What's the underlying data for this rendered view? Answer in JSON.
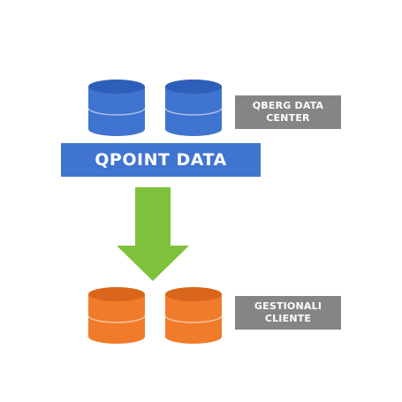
{
  "colors": {
    "blue_db": "#3f74d0",
    "blue_db_dark": "#2e5fb8",
    "blue_db_line": "#a9c0ea",
    "orange_db": "#f07b2a",
    "orange_db_dark": "#d9661a",
    "orange_db_line": "#f8c49d",
    "arrow_green": "#7ec13a",
    "label_grey": "#858585"
  },
  "labels": {
    "qberg_line1": "QBERG DATA",
    "qberg_line2": "CENTER",
    "gestionali_line1": "GESTIONALI",
    "gestionali_line2": "CLIENTE",
    "qpoint": "QPOINT DATA"
  },
  "icons": {
    "top_databases": [
      "database-icon",
      "database-icon"
    ],
    "bottom_databases": [
      "database-icon",
      "database-icon"
    ],
    "flow_arrow": "arrow-down-icon"
  }
}
